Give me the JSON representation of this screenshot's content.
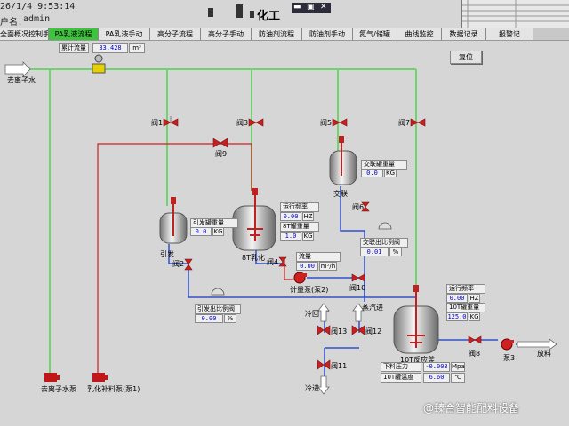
{
  "header": {
    "datetime": "26/1/4  9:53:14",
    "user_label": "户名：",
    "user": "admin",
    "company": "化工"
  },
  "nav": {
    "tabs": [
      "全面概况控制手动",
      "PA乳液流程",
      "PA乳液手动",
      "高分子流程",
      "高分子手动",
      "防油剂流程",
      "防油剂手动",
      "氮气/储罐",
      "曲线监控",
      "数据记录",
      "报警记"
    ],
    "active_index": 1
  },
  "total_flow": {
    "label": "累计流量",
    "value": "33.428",
    "unit": "m³"
  },
  "reset_button": "复位",
  "water_in": "去离子水",
  "valves": {
    "v1": "阀1",
    "v2": "阀2",
    "v3": "阀3",
    "v4": "阀4",
    "v5": "阀5",
    "v6": "阀6",
    "v7": "阀7",
    "v8": "阀8",
    "v9": "阀9",
    "v10": "阀10",
    "v11": "阀11",
    "v12": "阀12",
    "v13": "阀13"
  },
  "tanks": {
    "initiator": "引发",
    "emulsify": "8T乳化",
    "crosslink": "交联",
    "reactor": "10T反应釜"
  },
  "initiator_weight": {
    "label": "引发罐重量",
    "value": "0.0",
    "unit": "KG"
  },
  "crosslink_weight": {
    "label": "交联罐重量",
    "value": "0.0",
    "unit": "KG"
  },
  "emulsify_panel": {
    "freq_label": "运行频率",
    "freq_value": "0.00",
    "freq_unit": "HZ",
    "weight_label": "8T罐重量",
    "weight_value": "1.0",
    "weight_unit": "KG"
  },
  "crosslink_ratio": {
    "label": "交联出比例阀",
    "value": "0.01",
    "unit": "%"
  },
  "initiator_ratio": {
    "label": "引发出比例阀",
    "value": "0.00",
    "unit": "%"
  },
  "flow": {
    "label": "流量",
    "value": "0.00",
    "unit": "m³/h"
  },
  "meter_pump": "计量泵(泵2)",
  "reactor_panel": {
    "freq_label": "运行频率",
    "freq_value": "0.00",
    "freq_unit": "HZ",
    "weight_label": "10T罐重量",
    "weight_value": "125.0",
    "weight_unit": "KG"
  },
  "reactor_bottom": {
    "pressure_label": "下料压力",
    "pressure_value": "-0.003",
    "pressure_unit": "Mpa",
    "temp_label": "10T罐温度",
    "temp_value": "6.60",
    "temp_unit": "℃"
  },
  "cold_out": "冷回",
  "steam_in": "蒸汽进",
  "cold_in": "冷进",
  "pump3": "泵3",
  "discharge": "放料",
  "deion_pump": "去离子水泵",
  "emulsifier_pump": "乳化补料泵(泵1)",
  "watermark": "@臻合智能配料设备"
}
